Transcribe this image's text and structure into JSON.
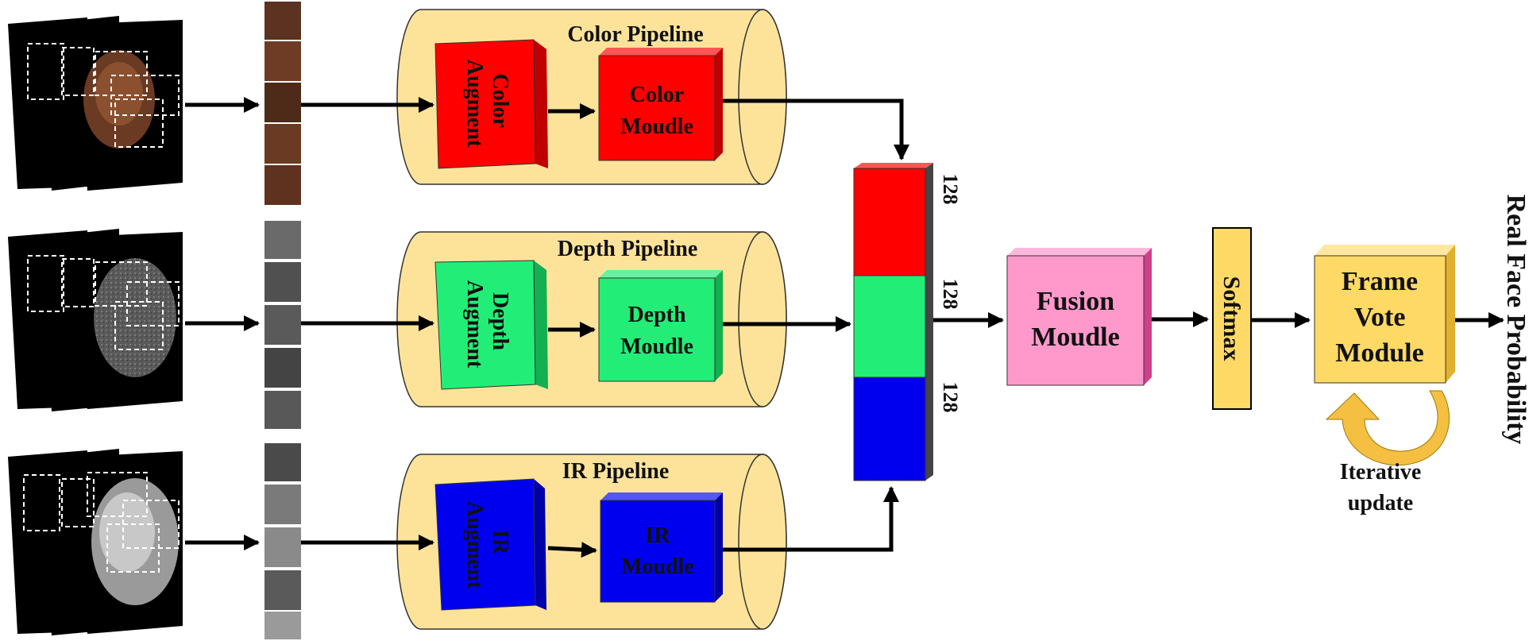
{
  "pipelines": [
    {
      "title": "Color Pipeline",
      "augment": [
        "Color",
        "Augment"
      ],
      "module": [
        "Color",
        "Moudle"
      ],
      "color": "#ff0000",
      "side": "#c00000"
    },
    {
      "title": "Depth Pipeline",
      "augment": [
        "Depth",
        "Augment"
      ],
      "module": [
        "Depth",
        "Moudle"
      ],
      "color": "#22ee77",
      "side": "#12b050"
    },
    {
      "title": "IR Pipeline",
      "augment": [
        "IR",
        "Augment"
      ],
      "module": [
        "IR",
        "Moudle"
      ],
      "color": "#0000ee",
      "side": "#0000a8"
    }
  ],
  "concat": {
    "labels": [
      "128",
      "128",
      "128"
    ],
    "colors": [
      "#ff0000",
      "#22ee77",
      "#0000ee"
    ]
  },
  "fusion": {
    "label": [
      "Fusion",
      "Moudle"
    ],
    "color": "#ff99cc"
  },
  "softmax": {
    "label": "Softmax",
    "color": "#ffd966"
  },
  "vote": {
    "label": [
      "Frame",
      "Vote",
      "Module"
    ],
    "color": "#ffd966",
    "loop_label": [
      "Iterative",
      "update"
    ]
  },
  "output": {
    "label": "Real Face Probability"
  },
  "colors": {
    "cylinder": "#fde39a",
    "arrow": "#000000",
    "loop_arrow": "#f5c042"
  }
}
